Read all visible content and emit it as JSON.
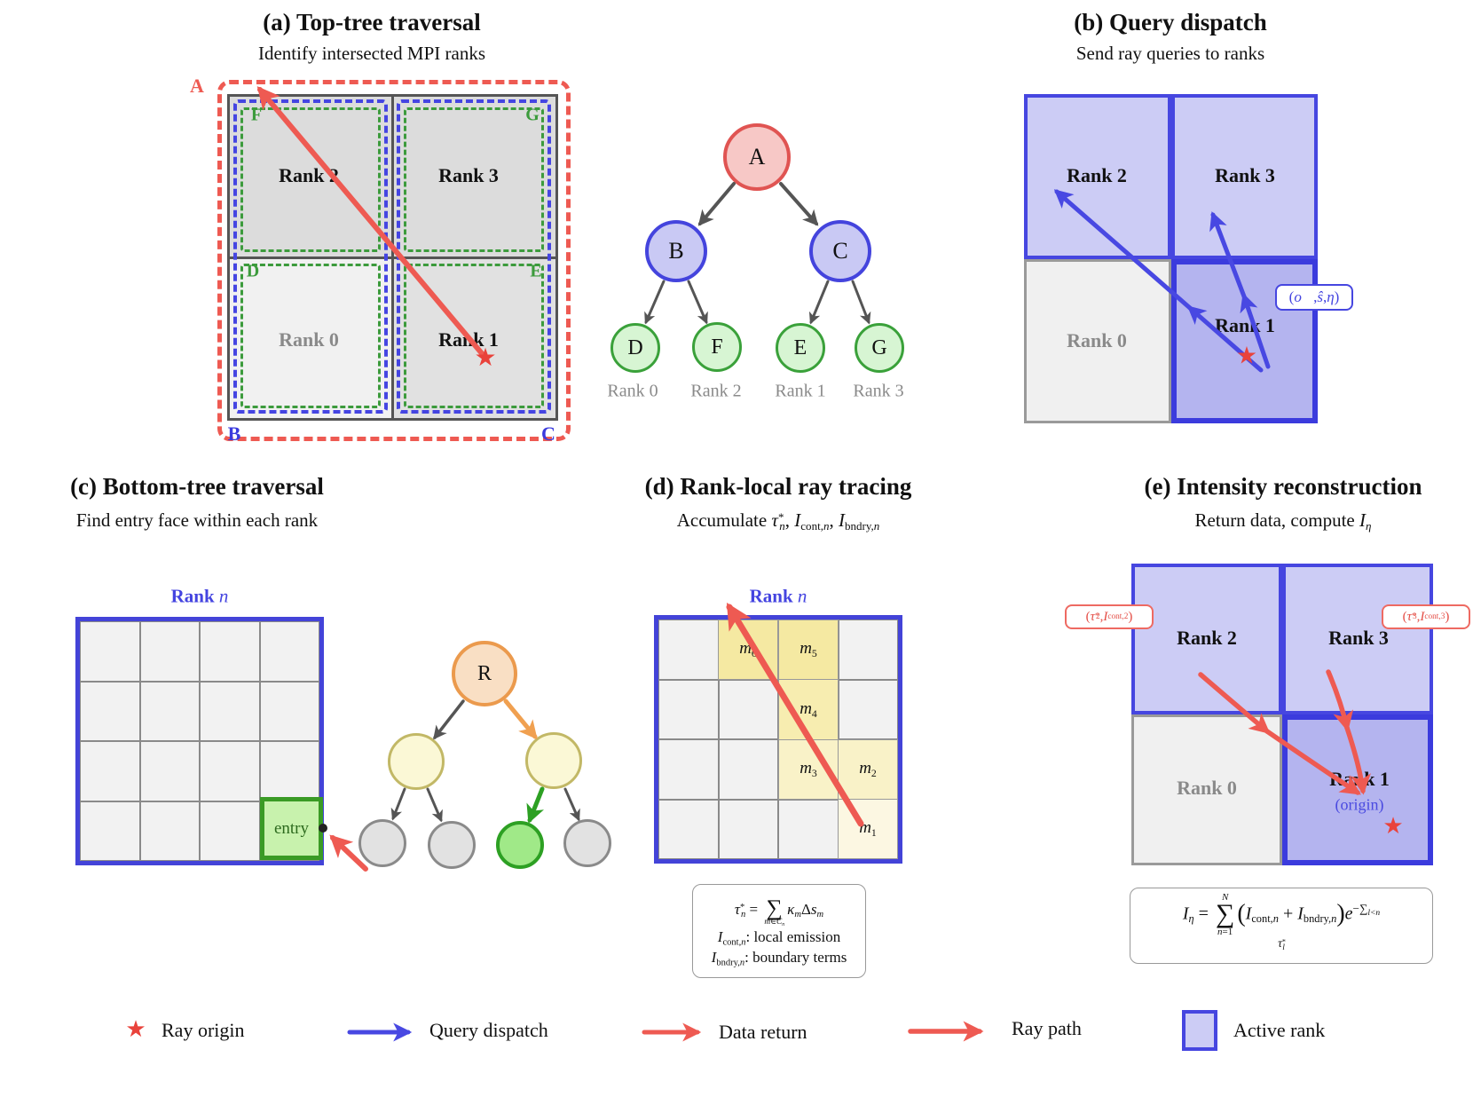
{
  "icons": {
    "star": "★"
  },
  "colors": {
    "red": "#ee5a52",
    "blue": "#4646e0",
    "green": "#3c9b3c",
    "active_fill": "#ccccf5",
    "origin_fill": "#b4b4ef",
    "inactive_fill": "#f0f0f0"
  },
  "panels": {
    "a": {
      "title": "(a) Top-tree traversal",
      "subtitle": "Identify intersected MPI ranks",
      "box_label": "A",
      "bottom_labels": {
        "left": "B",
        "right": "C"
      },
      "cells": [
        {
          "rank": "Rank 2",
          "corner": "F"
        },
        {
          "rank": "Rank 3",
          "corner": "G"
        },
        {
          "rank": "Rank 0",
          "corner": "D"
        },
        {
          "rank": "Rank 1",
          "corner": "E"
        }
      ],
      "tree": {
        "root": "A",
        "children": [
          "B",
          "C"
        ],
        "leaves": [
          "D",
          "F",
          "E",
          "G"
        ],
        "leaf_ranks": [
          "Rank 0",
          "Rank 2",
          "Rank 1",
          "Rank 3"
        ]
      }
    },
    "b": {
      "title": "(b) Query dispatch",
      "subtitle": "Send ray queries to ranks",
      "cells": [
        {
          "rank": "Rank 2"
        },
        {
          "rank": "Rank 3"
        },
        {
          "rank": "Rank 0"
        },
        {
          "rank": "Rank 1"
        }
      ],
      "query_label_segs": [
        {
          "k": "t",
          "t": "("
        },
        {
          "k": "i",
          "t": "o⃗"
        },
        {
          "k": "t",
          "t": ", "
        },
        {
          "k": "i",
          "t": "ŝ"
        },
        {
          "k": "t",
          "t": ", "
        },
        {
          "k": "i",
          "t": "η"
        },
        {
          "k": "t",
          "t": ")"
        }
      ]
    },
    "c": {
      "title": "(c) Bottom-tree traversal",
      "subtitle": "Find entry face within each rank",
      "rank_label_segs": [
        {
          "k": "b",
          "t": "Rank "
        },
        {
          "k": "i",
          "t": "n"
        }
      ],
      "entry_label": "entry",
      "tree_root": "R"
    },
    "d": {
      "title": "(d) Rank-local ray tracing",
      "subtitle_segs": [
        {
          "k": "t",
          "t": "Accumulate "
        },
        {
          "k": "i",
          "t": "τ"
        },
        {
          "k": "sup",
          "t": "*"
        },
        {
          "k": "tsubi",
          "t": "n"
        },
        {
          "k": "t",
          "t": ", "
        },
        {
          "k": "i",
          "t": "I"
        },
        {
          "k": "sub",
          "t": "cont,"
        },
        {
          "k": "subi",
          "t": "n"
        },
        {
          "k": "t",
          "t": ", "
        },
        {
          "k": "i",
          "t": "I"
        },
        {
          "k": "sub",
          "t": "bndry,"
        },
        {
          "k": "subi",
          "t": "n"
        }
      ],
      "rank_label_segs": [
        {
          "k": "b",
          "t": "Rank "
        },
        {
          "k": "i",
          "t": "n"
        }
      ],
      "cells": [
        {
          "name": "m6",
          "label_segs": [
            {
              "k": "i",
              "t": "m"
            },
            {
              "k": "sub",
              "t": "6"
            }
          ]
        },
        {
          "name": "m5",
          "label_segs": [
            {
              "k": "i",
              "t": "m"
            },
            {
              "k": "sub",
              "t": "5"
            }
          ]
        },
        {
          "name": "m4",
          "label_segs": [
            {
              "k": "i",
              "t": "m"
            },
            {
              "k": "sub",
              "t": "4"
            }
          ]
        },
        {
          "name": "m3",
          "label_segs": [
            {
              "k": "i",
              "t": "m"
            },
            {
              "k": "sub",
              "t": "3"
            }
          ]
        },
        {
          "name": "m2",
          "label_segs": [
            {
              "k": "i",
              "t": "m"
            },
            {
              "k": "sub",
              "t": "2"
            }
          ]
        },
        {
          "name": "m1",
          "label_segs": [
            {
              "k": "i",
              "t": "m"
            },
            {
              "k": "sub",
              "t": "1"
            }
          ]
        }
      ],
      "formula": {
        "line1_segs": [
          {
            "k": "i",
            "t": "τ"
          },
          {
            "k": "sup",
            "t": "*"
          },
          {
            "k": "tsubi",
            "t": "n"
          },
          {
            "k": "t",
            "t": " = "
          },
          {
            "k": "stack",
            "main": "∑",
            "over": [],
            "under": [
              {
                "k": "i",
                "t": "m"
              },
              {
                "k": "t",
                "t": "∈"
              },
              {
                "k": "i",
                "t": "C"
              },
              {
                "k": "subi",
                "t": "n"
              }
            ]
          },
          {
            "k": "i",
            "t": "κ"
          },
          {
            "k": "subi",
            "t": "m"
          },
          {
            "k": "t",
            "t": "Δ"
          },
          {
            "k": "i",
            "t": "s"
          },
          {
            "k": "subi",
            "t": "m"
          }
        ],
        "line2_segs": [
          {
            "k": "i",
            "t": "I"
          },
          {
            "k": "sub",
            "t": "cont,"
          },
          {
            "k": "subi",
            "t": "n"
          },
          {
            "k": "t",
            "t": ": local emission"
          }
        ],
        "line3_segs": [
          {
            "k": "i",
            "t": "I"
          },
          {
            "k": "sub",
            "t": "bndry,"
          },
          {
            "k": "subi",
            "t": "n"
          },
          {
            "k": "t",
            "t": ": boundary terms"
          }
        ]
      }
    },
    "e": {
      "title": "(e) Intensity reconstruction",
      "subtitle_segs": [
        {
          "k": "t",
          "t": "Return data, compute "
        },
        {
          "k": "i",
          "t": "I"
        },
        {
          "k": "subi",
          "t": "η"
        }
      ],
      "cells": [
        {
          "rank": "Rank 2"
        },
        {
          "rank": "Rank 3"
        },
        {
          "rank": "Rank 0"
        },
        {
          "rank": "Rank 1"
        }
      ],
      "origin_label": "(origin)",
      "return_label_left_segs": [
        {
          "k": "t",
          "t": "("
        },
        {
          "k": "i",
          "t": "τ"
        },
        {
          "k": "sup",
          "t": "*"
        },
        {
          "k": "tsub",
          "t": "2"
        },
        {
          "k": "t",
          "t": ", "
        },
        {
          "k": "i",
          "t": "I"
        },
        {
          "k": "sub",
          "t": "cont,2"
        },
        {
          "k": "t",
          "t": ")"
        }
      ],
      "return_label_right_segs": [
        {
          "k": "t",
          "t": "("
        },
        {
          "k": "i",
          "t": "τ"
        },
        {
          "k": "sup",
          "t": "*"
        },
        {
          "k": "tsub",
          "t": "3"
        },
        {
          "k": "t",
          "t": ", "
        },
        {
          "k": "i",
          "t": "I"
        },
        {
          "k": "sub",
          "t": "cont,3"
        },
        {
          "k": "t",
          "t": ")"
        }
      ],
      "formula_segs": [
        {
          "k": "i",
          "t": "I"
        },
        {
          "k": "subi",
          "t": "η"
        },
        {
          "k": "t",
          "t": " = "
        },
        {
          "k": "stack",
          "main": "∑",
          "over": [
            {
              "k": "i",
              "t": "N"
            }
          ],
          "under": [
            {
              "k": "i",
              "t": "n"
            },
            {
              "k": "t",
              "t": "=1"
            }
          ]
        },
        {
          "k": "big",
          "t": "("
        },
        {
          "k": "i",
          "t": "I"
        },
        {
          "k": "sub",
          "t": "cont,"
        },
        {
          "k": "subi",
          "t": "n"
        },
        {
          "k": "t",
          "t": " + "
        },
        {
          "k": "i",
          "t": "I"
        },
        {
          "k": "sub",
          "t": "bndry,"
        },
        {
          "k": "subi",
          "t": "n"
        },
        {
          "k": "big",
          "t": ")"
        },
        {
          "k": "i",
          "t": "e"
        },
        {
          "k": "supg",
          "segs": [
            {
              "k": "t",
              "t": "−"
            },
            {
              "k": "t",
              "t": "∑"
            },
            {
              "k": "subi",
              "t": "l<n"
            },
            {
              "k": "t",
              "t": " "
            },
            {
              "k": "i",
              "t": "τ"
            },
            {
              "k": "sup",
              "t": "*"
            },
            {
              "k": "tsubi",
              "t": "l"
            }
          ]
        }
      ]
    }
  },
  "legend": {
    "ray_origin": "Ray origin",
    "query_dispatch": "Query dispatch",
    "data_return": "Data return",
    "ray_path": "Ray path",
    "active_rank": "Active rank"
  }
}
